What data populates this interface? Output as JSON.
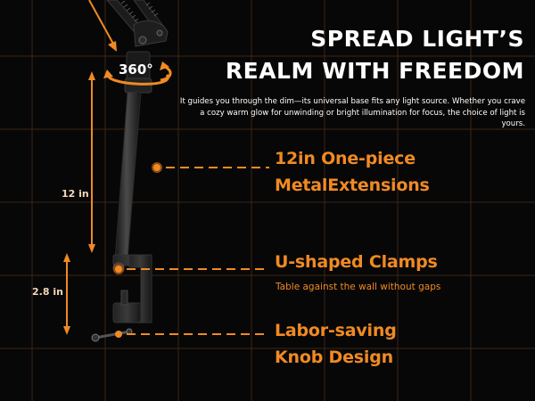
{
  "headline": {
    "line1": "SPREAD LIGHT’S",
    "line2": "REALM WITH FREEDOM"
  },
  "description": "It guides you through the dim—its universal base fits any light source. Whether you crave a cozy warm glow for unwinding or bright illumination for focus, the choice of light is yours.",
  "rotation_label": "360°",
  "dimensions": {
    "extension_length": "12 in",
    "clamp_height": "2.8 in"
  },
  "features": {
    "extension_line1": "12in One-piece",
    "extension_line2": "MetalExtensions",
    "clamp_title": "U-shaped Clamps",
    "clamp_subtitle": "Table against the wall without gaps",
    "knob_line1": "Labor-saving",
    "knob_line2": "Knob Design"
  },
  "colors": {
    "accent": "#f08a24",
    "background": "#070707",
    "text": "#ffffff",
    "grid": "#3d2614"
  }
}
